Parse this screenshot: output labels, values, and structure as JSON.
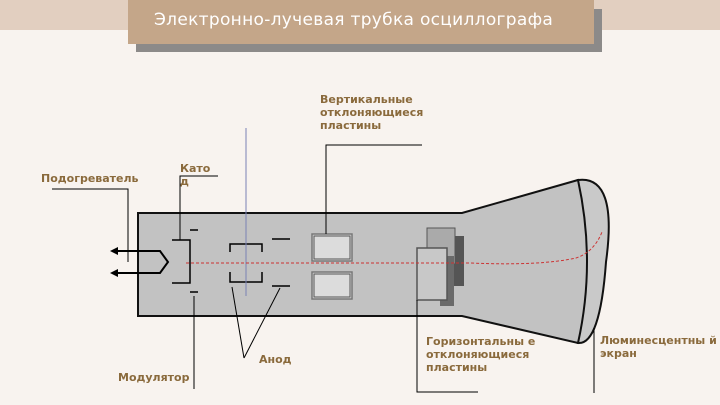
{
  "slide": {
    "title": "Электронно-лучевая трубка осциллографа"
  },
  "labels": {
    "heater": "Подогреватель",
    "cathode": "Като д",
    "vertical_plates": "Вертикальные отклоняющиеся пластины",
    "horizontal_plates": "Горизонтальны е отклоняющиеся пластины",
    "anode": "Анод",
    "modulator": "Модулятор",
    "screen": "Люминесцентны й экран"
  },
  "colors": {
    "title_bg": "#c4a689",
    "label_text": "#8a6a3c",
    "tube_fill": "#c2c2c2",
    "beam": "#cc3333"
  }
}
